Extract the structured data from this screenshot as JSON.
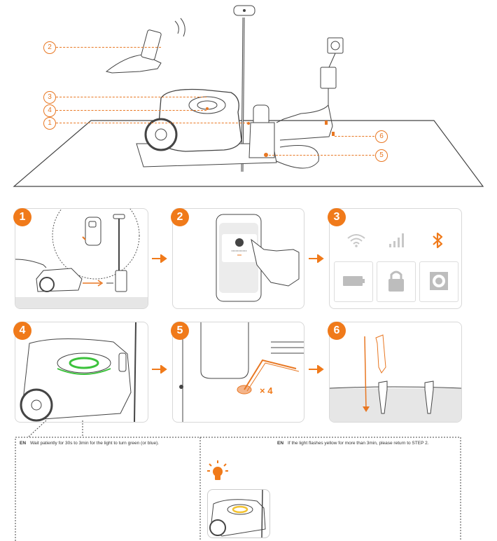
{
  "colors": {
    "accent": "#f07a1a",
    "line": "#e87722",
    "outline": "#444444",
    "panel_border": "#d8d8d8",
    "floor": "#e6e6e6",
    "light_green": "#3cc23c",
    "light_yellow": "#f2c230"
  },
  "overview": {
    "callouts": [
      "2",
      "3",
      "4",
      "1",
      "6",
      "5"
    ]
  },
  "steps": [
    {
      "number": "1",
      "icons": [
        "mower-icon",
        "base-station-icon"
      ]
    },
    {
      "number": "2",
      "icons": [
        "smartphone-icon",
        "hand-icon"
      ]
    },
    {
      "number": "3",
      "icons": [
        "wifi-icon",
        "cellular-signal-icon",
        "bluetooth-icon",
        "battery-icon",
        "lock-icon",
        "settings-icon"
      ]
    },
    {
      "number": "4",
      "icons": [
        "mower-top-light-icon"
      ]
    },
    {
      "number": "5",
      "icons": [
        "hex-key-icon"
      ],
      "multiplier": "× 4"
    },
    {
      "number": "6",
      "icons": [
        "ground-peg-icon"
      ]
    }
  ],
  "notes": {
    "left": {
      "lang": "EN",
      "text": "Wait patiently for 30s to 3min for the light to turn green (or blue)."
    },
    "right": {
      "lang": "EN",
      "text": "If the light flashes yellow for more than 3min, please return to STEP 2."
    }
  },
  "bottom_icons": [
    "lightbulb-icon",
    "mower-yellow-light-icon"
  ]
}
